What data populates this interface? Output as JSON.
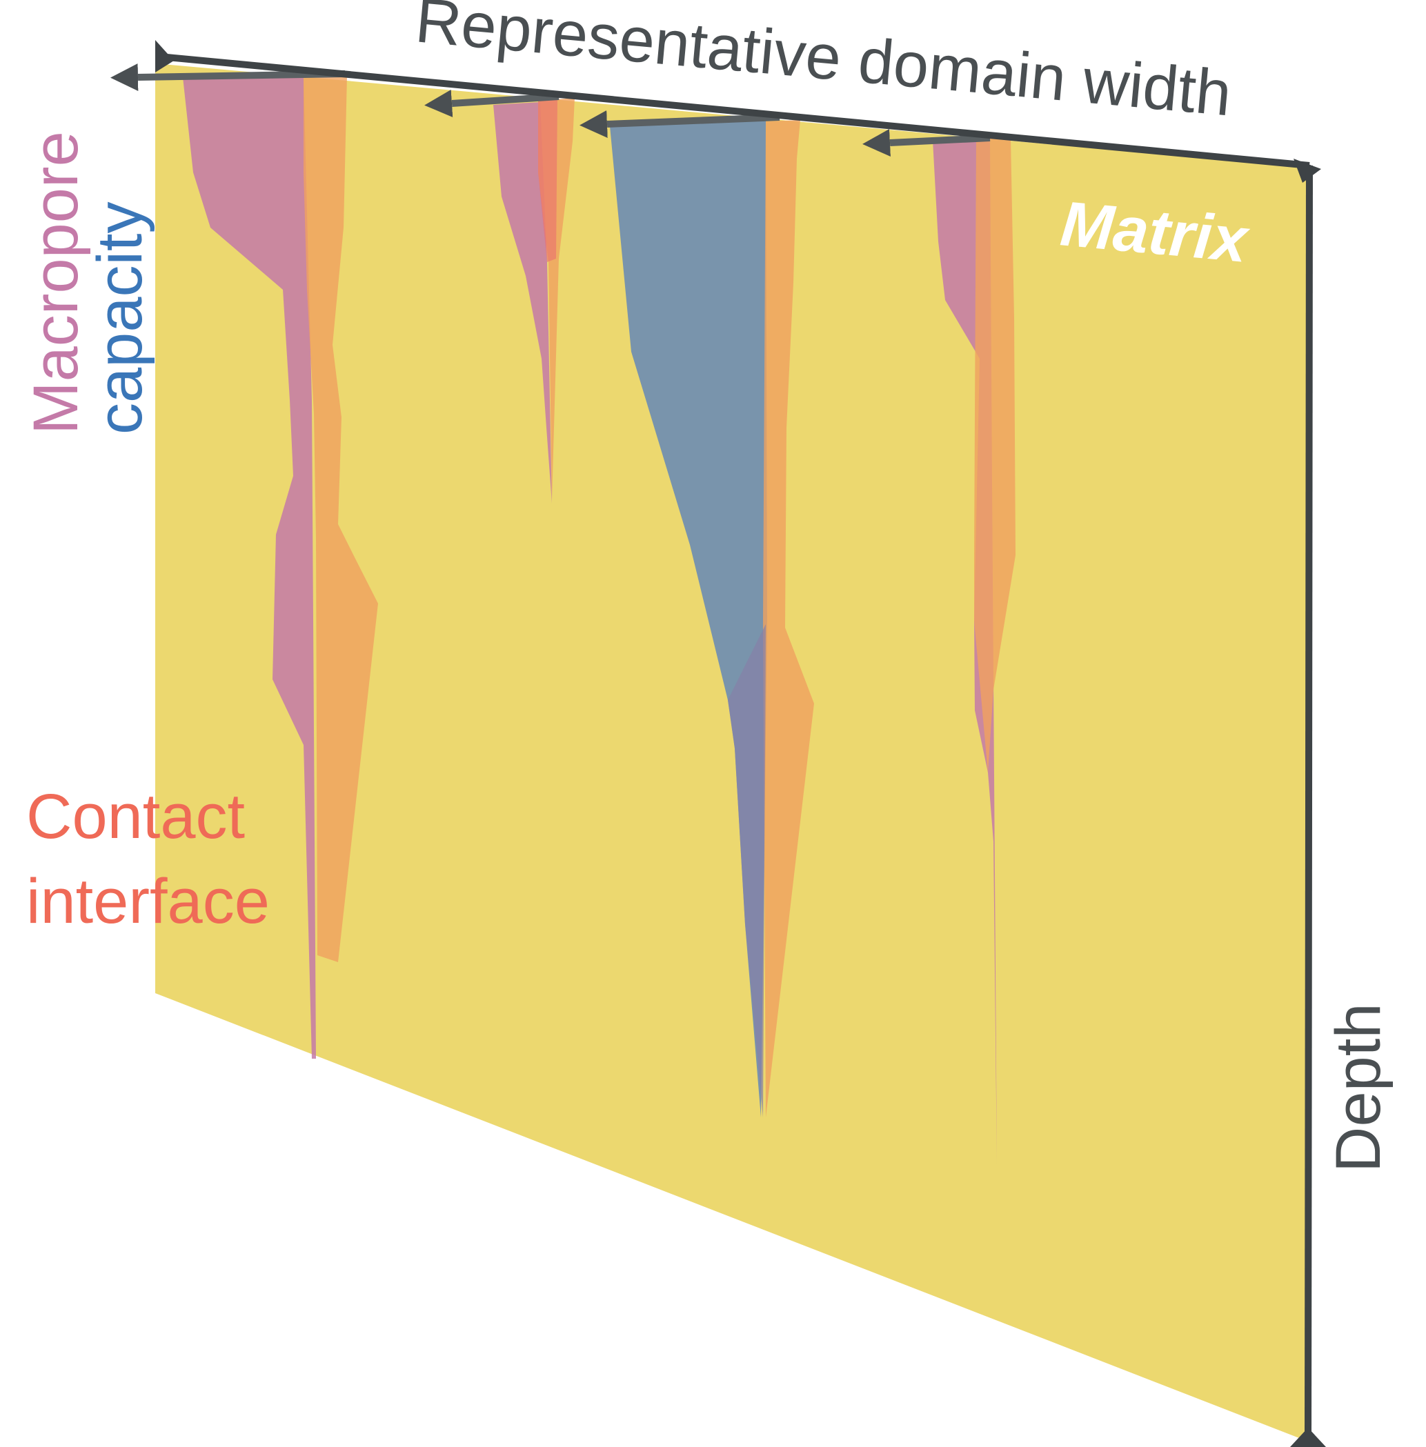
{
  "labels": {
    "axis_top": "Representative domain width",
    "axis_right": "Depth",
    "matrix": "Matrix",
    "macropore": "Macropore",
    "capacity": "capacity",
    "contact_line1": "Contact",
    "contact_line2": "interface"
  },
  "colors": {
    "matrix": "#ecd86f",
    "macropore": "#c47aa8",
    "capacity": "#6d8db3",
    "contact": "#f0a15f",
    "contact_text": "#ef6a57",
    "axis": "#4a4f52",
    "matrix_text": "#ffffff"
  }
}
